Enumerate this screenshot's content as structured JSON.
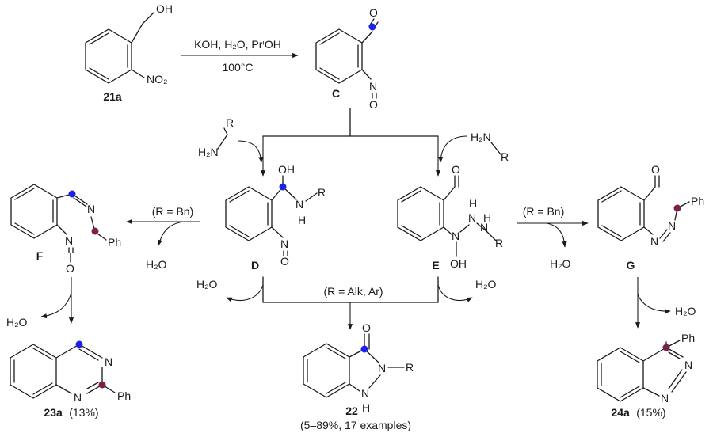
{
  "colors": {
    "blue_dot": "#1d22e8",
    "purple_dot": "#7d1f4b",
    "ink": "#1a1a1a"
  },
  "compounds": {
    "c21a": "21a",
    "C": "C",
    "D": "D",
    "E": "E",
    "F": "F",
    "G": "G",
    "c22": "22",
    "c23a": "23a",
    "c24a": "24a"
  },
  "yields": {
    "y23a": "(13%)",
    "y24a": "(15%)",
    "y22": "(5–89%, 17 examples)"
  },
  "conditions": {
    "reagents": "KOH, H₂O, PrⁱOH",
    "temperature": "100°C",
    "r_bn": "(R = Bn)",
    "r_alk_ar": "(R = Alk, Ar)"
  },
  "byproduct": "H₂O",
  "amine_reagent": "H₂N–R",
  "atoms": {
    "OH": "OH",
    "O": "O",
    "N": "N",
    "NO2": "NO₂",
    "H2N": "H₂N",
    "R": "R",
    "H": "H",
    "Ph": "Ph"
  }
}
